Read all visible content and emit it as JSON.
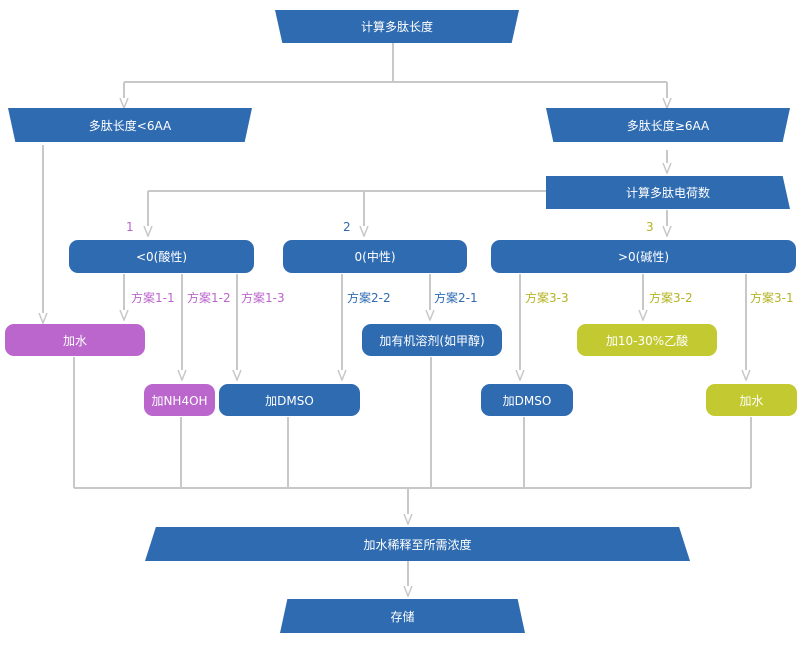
{
  "nodes": {
    "calc_length": "计算多肽长度",
    "short": "多肽长度<6AA",
    "long": "多肽长度≥6AA",
    "calc_charge": "计算多肽电荷数",
    "acidic": "<0(酸性)",
    "neutral": "0(中性)",
    "basic": ">0(碱性)",
    "add_water_left": "加水",
    "add_nh4oh": "加NH4OH",
    "add_dmso_1": "加DMSO",
    "add_organic": "加有机溶剂(如甲醇)",
    "add_dmso_3": "加DMSO",
    "add_acetic": "加10-30%乙酸",
    "add_water_right": "加水",
    "dilute": "加水稀释至所需浓度",
    "store": "存储"
  },
  "branch_numbers": {
    "one": "1",
    "two": "2",
    "three": "3"
  },
  "schemes": {
    "s1_1": "方案1-1",
    "s1_2": "方案1-2",
    "s1_3": "方案1-3",
    "s2_2": "方案2-2",
    "s2_1": "方案2-1",
    "s3_3": "方案3-3",
    "s3_2": "方案3-2",
    "s3_1": "方案3-1"
  },
  "colors": {
    "blue": "#2f6bb1",
    "purple": "#bb66cc",
    "yellow": "#c3c930",
    "connector": "#c8c8c8"
  }
}
